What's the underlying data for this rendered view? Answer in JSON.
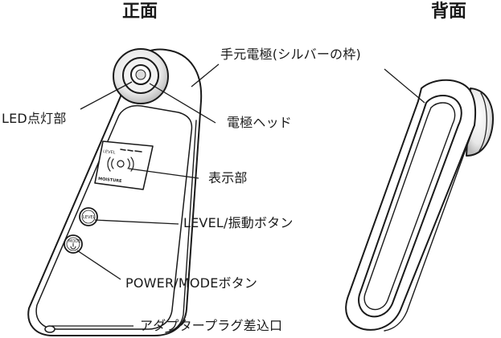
{
  "headings": {
    "front": "正面",
    "back": "背面"
  },
  "labels": {
    "hand_electrode": "手元電極(シルバーの枠)",
    "led": "LED点灯部",
    "electrode_head": "電極ヘッド",
    "display": "表示部",
    "level_button": "LEVEL/振動ボタン",
    "power_button": "POWER/MODEボタン",
    "adapter_port": "アダプタープラグ差込口"
  },
  "device_markings": {
    "display_level": "LEVEL",
    "display_moisture": "MOISTURE",
    "level_button_text": "LEVEL",
    "mode_button_text": "MODE"
  },
  "colors": {
    "line": "#1a1a1a",
    "fill": "#ffffff",
    "shadow": "#b8b8b8"
  }
}
